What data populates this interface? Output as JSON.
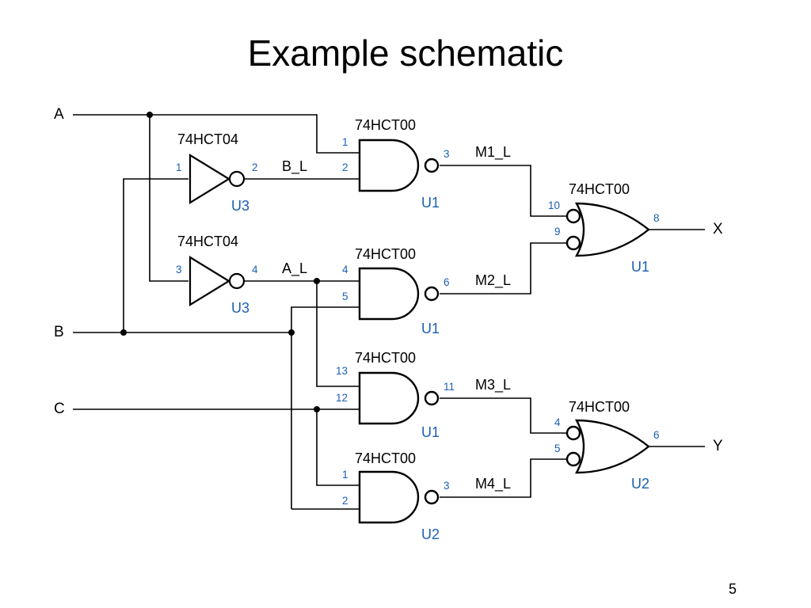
{
  "title": "Example schematic",
  "page_number": "5",
  "inputs": {
    "A": "A",
    "B": "B",
    "C": "C"
  },
  "outputs": {
    "X": "X",
    "Y": "Y"
  },
  "signals": {
    "b_l": "B_L",
    "a_l": "A_L",
    "m1": "M1_L",
    "m2": "M2_L",
    "m3": "M3_L",
    "m4": "M4_L"
  },
  "gates": {
    "inv1": {
      "part": "74HCT04",
      "ref": "U3",
      "pins": [
        "1",
        "2"
      ]
    },
    "inv2": {
      "part": "74HCT04",
      "ref": "U3",
      "pins": [
        "3",
        "4"
      ]
    },
    "nand1": {
      "part": "74HCT00",
      "ref": "U1",
      "pins": [
        "1",
        "2",
        "3"
      ]
    },
    "nand2": {
      "part": "74HCT00",
      "ref": "U1",
      "pins": [
        "4",
        "5",
        "6"
      ]
    },
    "nand3": {
      "part": "74HCT00",
      "ref": "U1",
      "pins": [
        "13",
        "12",
        "11"
      ]
    },
    "nand4": {
      "part": "74HCT00",
      "ref": "U2",
      "pins": [
        "1",
        "2",
        "3"
      ]
    },
    "or1": {
      "part": "74HCT00",
      "ref": "U1",
      "pins": [
        "10",
        "9",
        "8"
      ]
    },
    "or2": {
      "part": "74HCT00",
      "ref": "U2",
      "pins": [
        "4",
        "5",
        "6"
      ]
    }
  }
}
